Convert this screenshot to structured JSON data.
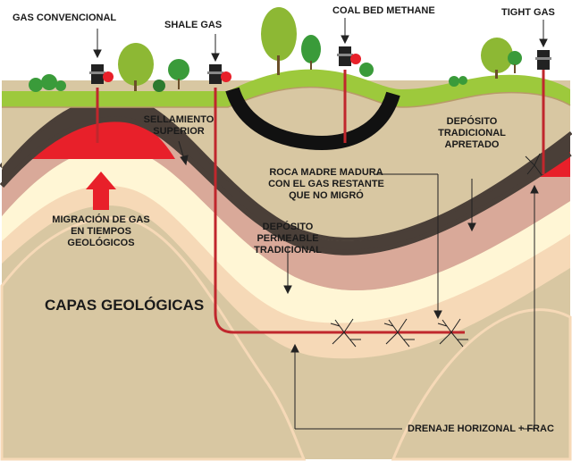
{
  "labels": {
    "gas_convencional": "GAS CONVENCIONAL",
    "shale_gas": "SHALE GAS",
    "coal_bed_methane": "COAL BED METHANE",
    "tight_gas": "TIGHT GAS",
    "sellamiento_superior": "SELLAMIENTO\nSUPERIOR",
    "deposito_tradicional_apretado": "DEPÓSITO\nTRADICIONAL\nAPRETADO",
    "roca_madre": "ROCA MADRE MADURA\nCON EL GAS RESTANTE\nQUE NO MIGRÓ",
    "migracion": "MIGRACIÓN DE GAS\nEN TIEMPOS\nGEOLÓGICOS",
    "deposito_permeable": "DEPÓSITO PERMEABLE\nTRADICIONAL",
    "capas_geologicas": "CAPAS GEOLÓGICAS",
    "drenaje": "DRENAJE HORIZONAL + FRAC"
  },
  "colors": {
    "background_rock": "#d8c7a2",
    "surface_grass": "#9dc93c",
    "seal_layer": "#4a3f38",
    "pink_layer": "#d9a999",
    "cream_layer": "#fff6d5",
    "light_layer": "#f6d9b7",
    "gas_red": "#e8202a",
    "well_pipe": "#c0272d",
    "tree_green": "#8db834",
    "dark_green": "#3a9b3a"
  }
}
